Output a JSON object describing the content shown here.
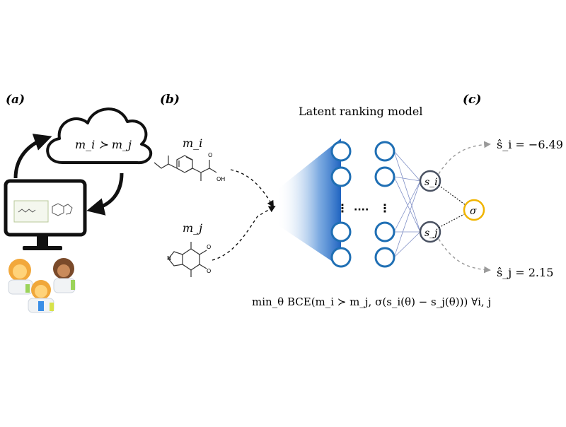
{
  "panels": {
    "a": "(a)",
    "b": "(b)",
    "c": "(c)"
  },
  "cloud": {
    "relation": "m_i ≻ m_j"
  },
  "molecules": {
    "top_label": "m_i",
    "bottom_label": "m_j",
    "oh_text": "OH",
    "o_text": "O",
    "n_text": "N"
  },
  "model": {
    "title": "Latent ranking model",
    "ellipsis_h": "····",
    "ellipsis_v": "⋮",
    "score_i": "s_i",
    "score_j": "s_j",
    "sigma": "σ"
  },
  "outputs": {
    "pred_i": "ŝ_i = −6.49",
    "pred_j": "ŝ_j = 2.15"
  },
  "objective": "min_θ BCE(m_i ≻ m_j, σ(s_i(θ) − s_j(θ))) ∀i, j",
  "colors": {
    "node_stroke": "#1f6fb4",
    "gradient": "#1f63c0",
    "score_stroke": "#4a5262",
    "sigma_stroke": "#f0b400",
    "arrow_gray": "#9a9a9a"
  }
}
